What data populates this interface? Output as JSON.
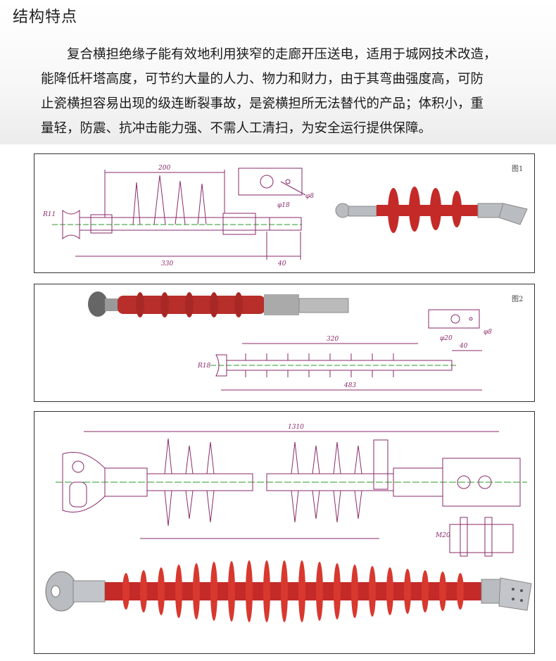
{
  "section": {
    "title": "结构特点",
    "paragraph_lines": [
      "　　复合横担绝缘子能有效地利用狭窄的走廊开压送电，适用于城网技术改造，",
      "能降低杆塔高度，可节约大量的人力、物力和财力，由于其弯曲强度高，可防",
      "止瓷横担容易出现的级连断裂事故，是瓷横担所无法替代的产品；体积小，重",
      "量轻，防震、抗冲击能力强、不需人工清扫，为安全运行提供保障。"
    ]
  },
  "figures": [
    {
      "label": "图1",
      "dims": [
        "200",
        "φ8",
        "φ18",
        "R11",
        "330",
        "40"
      ]
    },
    {
      "label": "图2",
      "dims": [
        "φ20",
        "φ8",
        "320",
        "40",
        "R18",
        "483"
      ]
    },
    {
      "label": "",
      "dims": [
        "1310",
        "M20"
      ]
    }
  ],
  "colors": {
    "insulator_red": "#c42a28",
    "metal_gray": "#b9bcc0",
    "drawing_line": "#8a2a6a",
    "centerline": "#2a9a2a"
  }
}
